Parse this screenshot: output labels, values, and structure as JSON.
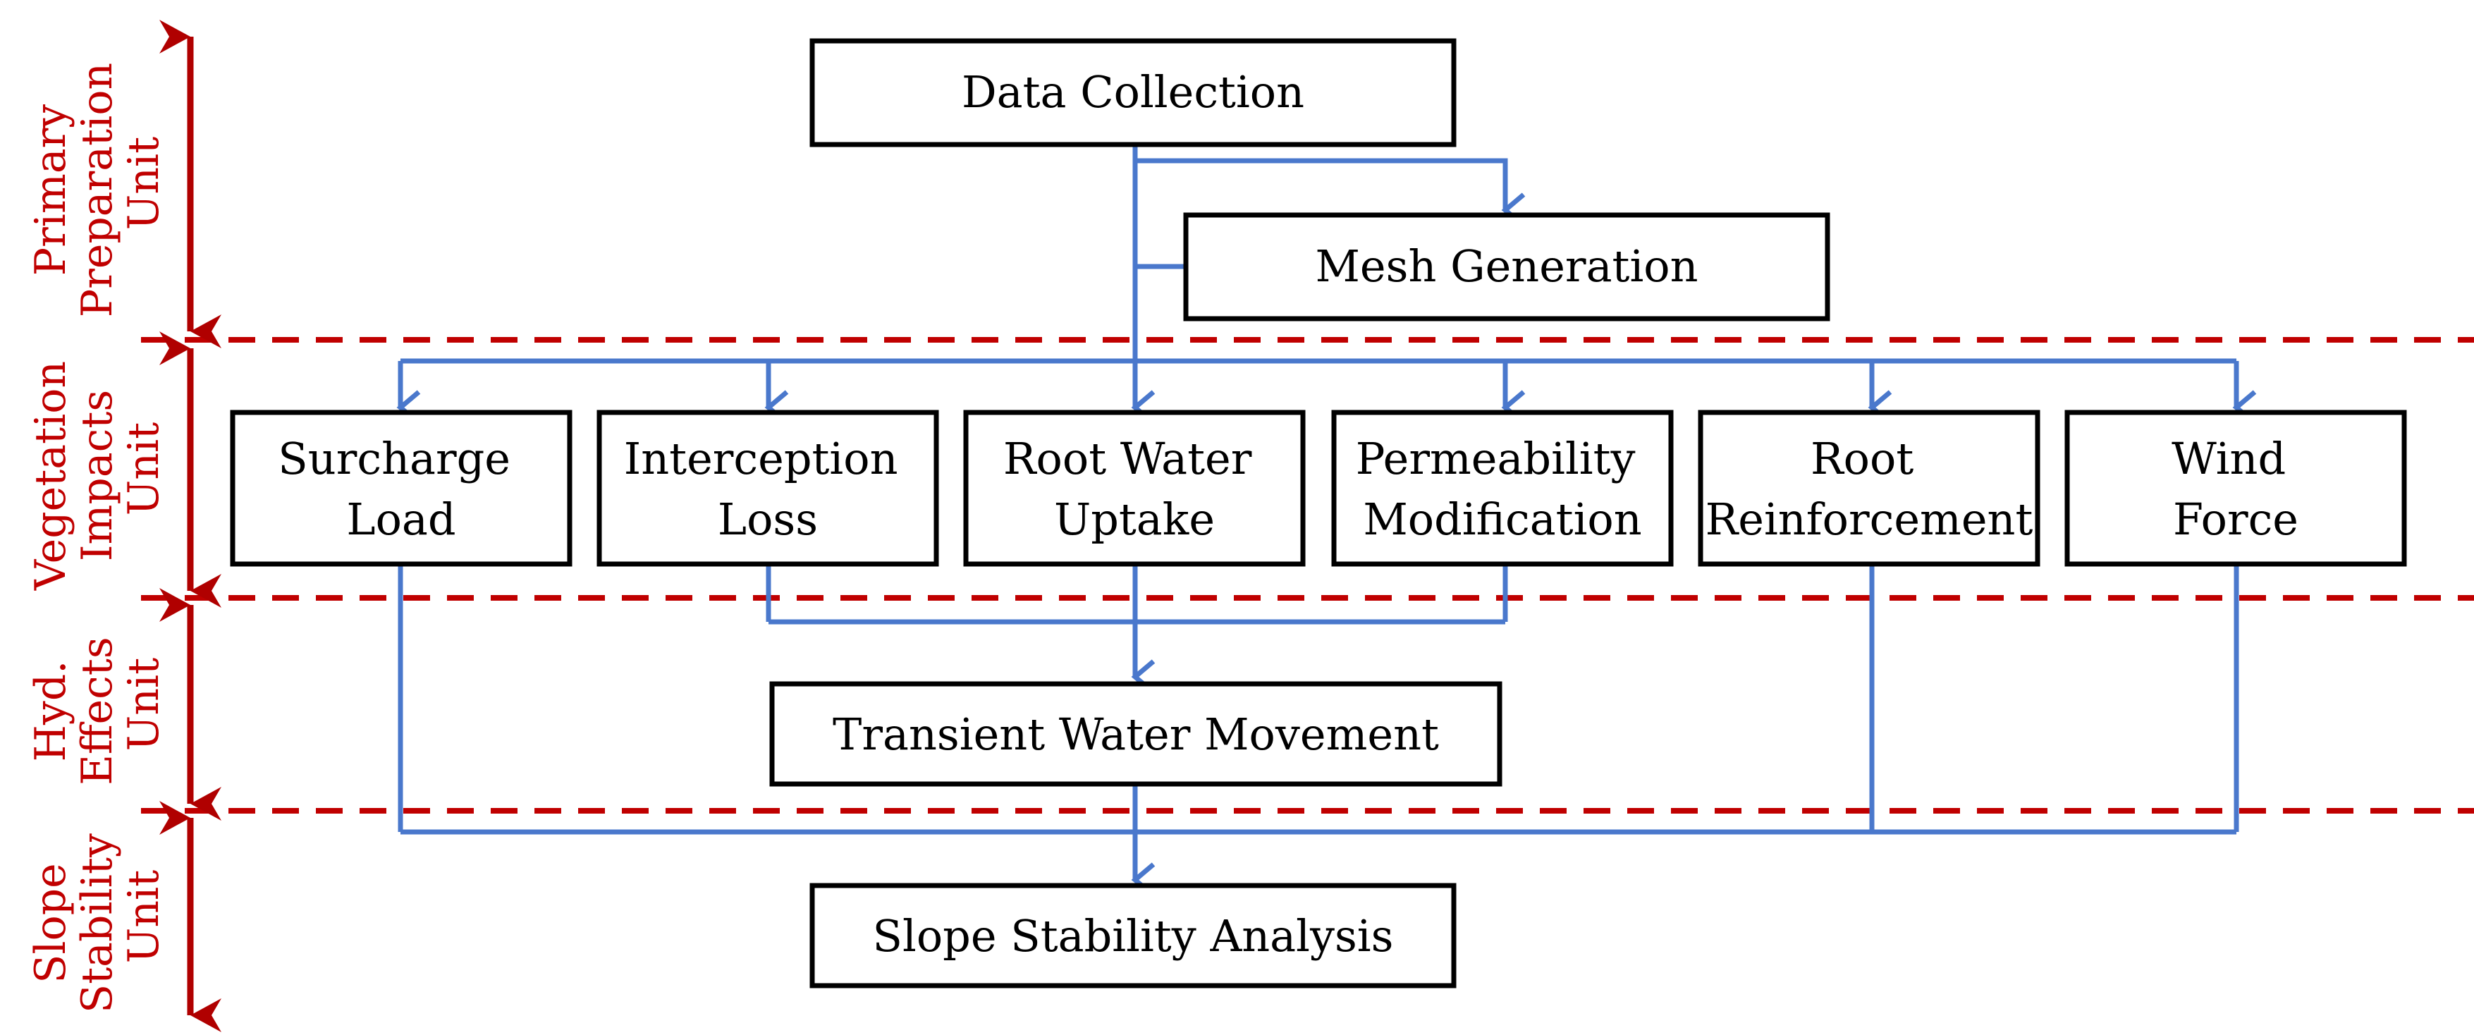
{
  "colors": {
    "connector": "#4a78cc",
    "unit_text": "#c00000",
    "divider": "#c00000",
    "box_border": "#000000"
  },
  "units": [
    {
      "id": "primary",
      "lines": [
        "Primary",
        "Preparation",
        "Unit"
      ]
    },
    {
      "id": "vegetation",
      "lines": [
        "Vegetation",
        "Impacts",
        "Unit"
      ]
    },
    {
      "id": "hydro",
      "lines": [
        "Hyd.",
        "Effects",
        "Unit"
      ]
    },
    {
      "id": "slope",
      "lines": [
        "Slope",
        "Stability",
        "Unit"
      ]
    }
  ],
  "boxes": {
    "data_collection": {
      "lines": [
        "Data Collection"
      ]
    },
    "mesh_generation": {
      "lines": [
        "Mesh Generation"
      ]
    },
    "surcharge_load": {
      "lines": [
        "Surcharge",
        "Load"
      ]
    },
    "interception_loss": {
      "lines": [
        "Interception",
        "Loss"
      ]
    },
    "root_water_uptake": {
      "lines": [
        "Root Water",
        "Uptake"
      ]
    },
    "permeability_modification": {
      "lines": [
        "Permeability",
        "Modification"
      ]
    },
    "root_reinforcement": {
      "lines": [
        "Root",
        "Reinforcement"
      ]
    },
    "wind_force": {
      "lines": [
        "Wind",
        "Force"
      ]
    },
    "transient_water_movement": {
      "lines": [
        "Transient Water Movement"
      ]
    },
    "slope_stability_analysis": {
      "lines": [
        "Slope Stability Analysis"
      ]
    }
  }
}
